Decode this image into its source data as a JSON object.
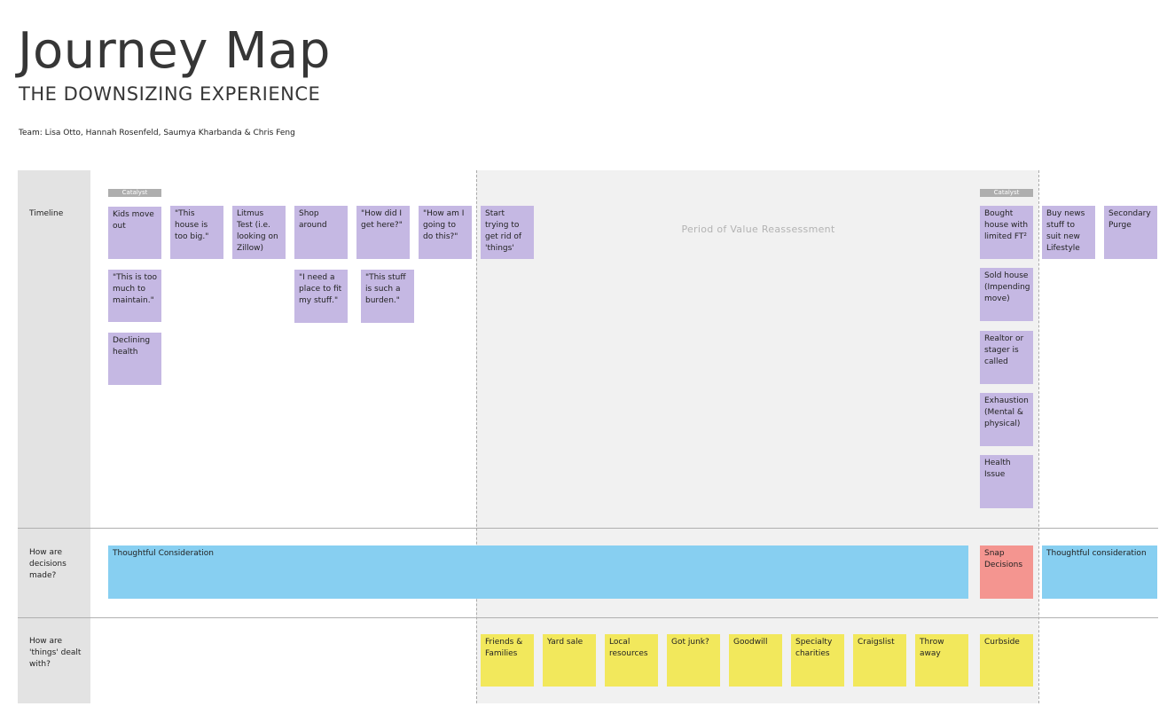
{
  "header": {
    "title": "Journey Map",
    "subtitle": "THE DOWNSIZING EXPERIENCE",
    "team": "Team:  Lisa Otto, Hannah Rosenfeld, Saumya Kharbanda & Chris Feng"
  },
  "rows": {
    "timeline": "Timeline",
    "decisions": "How are decisions made?",
    "things": "How are 'things' dealt with?"
  },
  "tags": {
    "catalyst_1": "Catalyst",
    "catalyst_2": "Catalyst"
  },
  "period_label": "Period of Value Reassessment",
  "timeline_notes": [
    "Kids move out",
    "\"This is too much to maintain.\"",
    "Declining health",
    "\"This house is too big.\"",
    "Litmus Test (i.e. looking on Zillow)",
    "Shop around",
    "\"I need a place to fit my stuff.\"",
    "\"How did I get here?\"",
    "\"This stuff is such a burden.\"",
    "\"How am I going to do this?\"",
    "Start trying to get rid of 'things'",
    "Bought house with limited FT²",
    "Sold house (Impending move)",
    "Realtor or stager is called",
    "Exhaustion (Mental & physical)",
    "Health Issue",
    "Buy news stuff to suit new Lifestyle",
    "Secondary Purge"
  ],
  "decision_notes": [
    "Thoughtful Consideration",
    "Snap Decisions",
    "Thoughtful consideration"
  ],
  "things_notes": [
    "Friends & Families",
    "Yard sale",
    "Local resources",
    "Got junk?",
    "Goodwill",
    "Specialty charities",
    "Craigslist",
    "Throw away",
    "Curbside"
  ],
  "colors": {
    "purple": "#c5b8e3",
    "blue": "#87cff1",
    "red": "#f49590",
    "yellow": "#f2e85c",
    "label_column": "#e3e3e3",
    "period_background": "#f1f1f1",
    "catalyst_tag": "#aeaeae"
  }
}
